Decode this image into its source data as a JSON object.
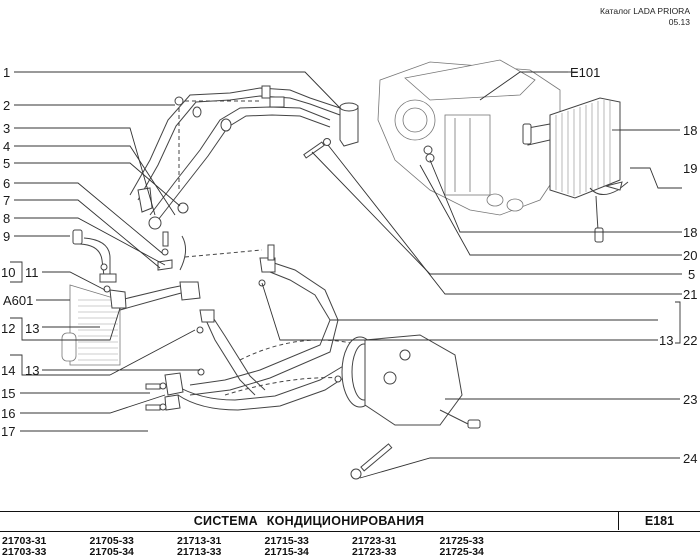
{
  "header": {
    "catalog_label": "Каталог  LADA  PRIORA",
    "date": "05.13"
  },
  "diagram": {
    "left_callouts": [
      {
        "id": "1"
      },
      {
        "id": "2"
      },
      {
        "id": "3"
      },
      {
        "id": "4"
      },
      {
        "id": "5"
      },
      {
        "id": "6"
      },
      {
        "id": "7"
      },
      {
        "id": "8"
      },
      {
        "id": "9"
      }
    ],
    "labels": {
      "c1": "1",
      "c2": "2",
      "c3": "3",
      "c4": "4",
      "c5": "5",
      "c6": "6",
      "c7": "7",
      "c8": "8",
      "c9": "9",
      "c10": "10",
      "c11": "11",
      "cA601": "A601",
      "c12": "12",
      "c12_13": "13",
      "c14": "14",
      "c14_13": "13",
      "c15": "15",
      "c16": "16",
      "c17": "17",
      "cE101": "E101",
      "c18a": "18",
      "c19": "19",
      "c18b": "18",
      "c20": "20",
      "c5r": "5",
      "c21": "21",
      "c22_13": "13",
      "c22": "22",
      "c23": "23",
      "c24": "24"
    }
  },
  "footer": {
    "title": "СИСТЕМА  КОНДИЦИОНИРОВАНИЯ",
    "code": "E181",
    "models": [
      [
        "21703-31",
        "21705-33",
        "21713-31",
        "21715-33",
        "21723-31",
        "21725-33"
      ],
      [
        "21703-33",
        "21705-34",
        "21713-33",
        "21715-34",
        "21723-33",
        "21725-34"
      ]
    ]
  }
}
